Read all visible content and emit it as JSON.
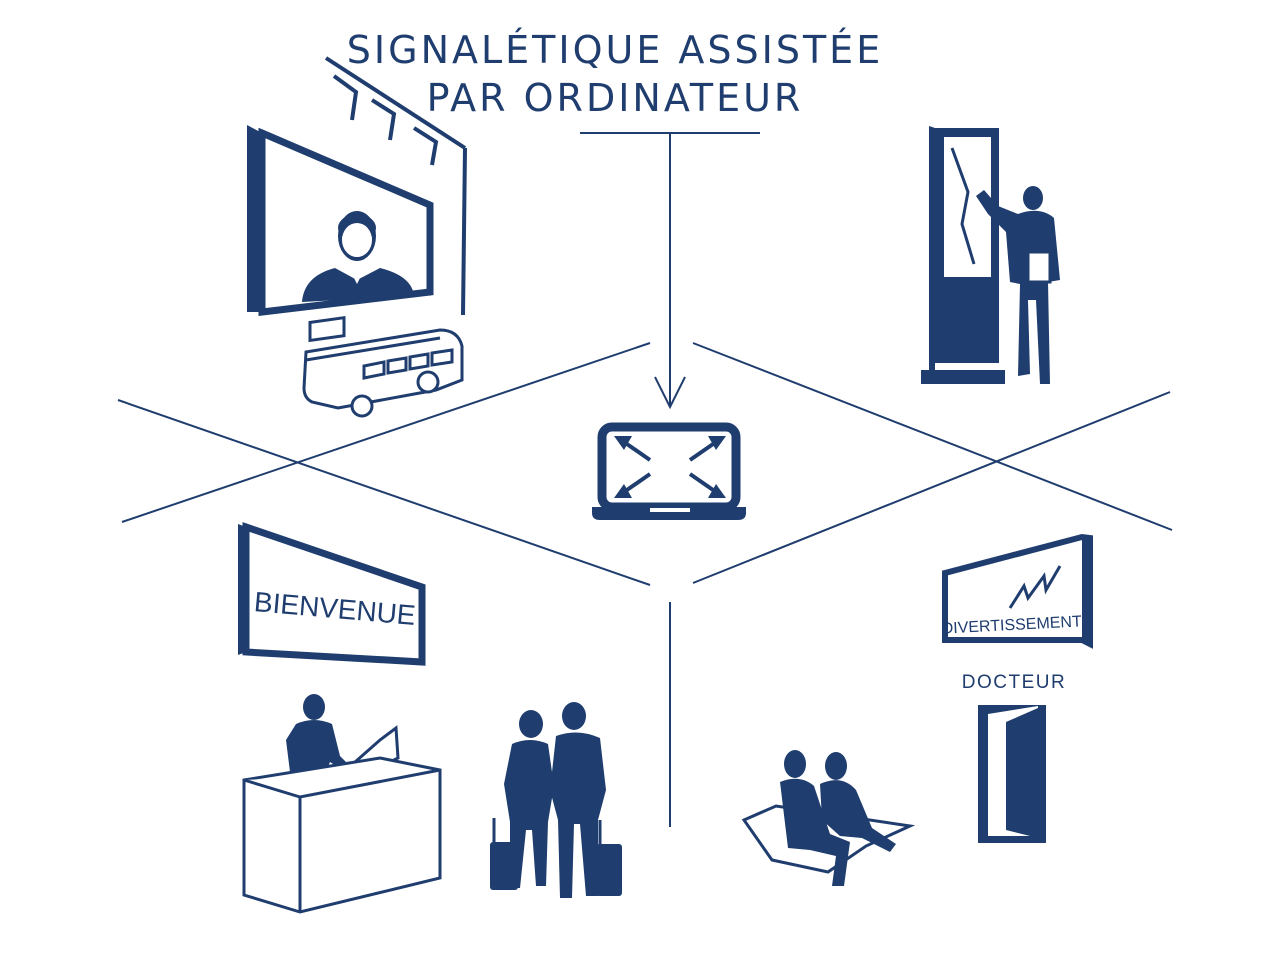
{
  "title": {
    "line1": "SIGNALÉTIQUE ASSISTÉE",
    "line2": "PAR ORDINATEUR"
  },
  "signs": {
    "welcome": "BIENVENUE",
    "entertainment": "DIVERTISSEMENT",
    "doctor": "DOCTEUR"
  },
  "colors": {
    "primary": "#1f3d6e",
    "background": "#ffffff"
  },
  "icons": {
    "center": "laptop-expand-icon",
    "top_left": "video-screen-person-icon",
    "bus": "bus-icon",
    "top_right": "interactive-kiosk-icon",
    "bottom_left": "reception-desk-icon",
    "bottom_right": "waiting-area-icon"
  }
}
